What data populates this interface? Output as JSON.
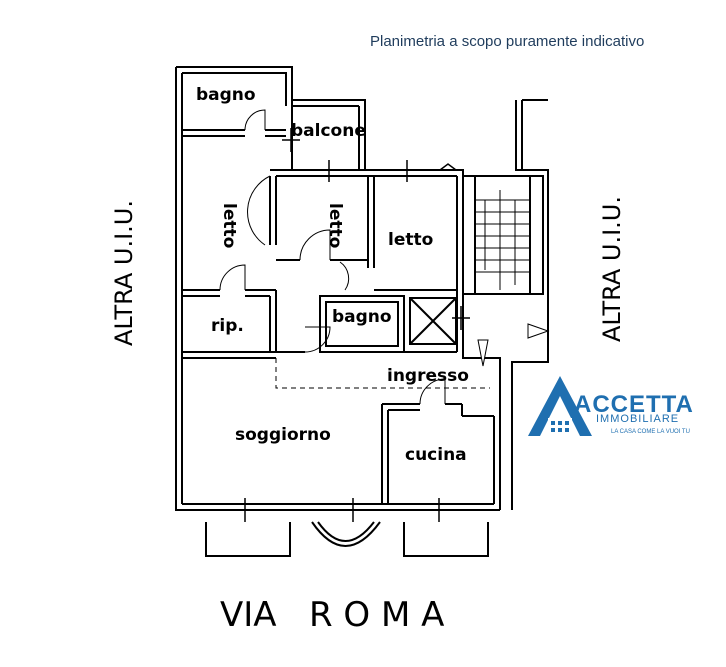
{
  "disclaimer": "Planimetria a scopo puramente indicativo",
  "rooms": {
    "bagno_top": "bagno",
    "balcone": "balcone",
    "letto_left": "letto",
    "letto_mid": "letto",
    "letto_right": "letto",
    "bagno_mid": "bagno",
    "rip": "rip.",
    "ingresso": "ingresso",
    "soggiorno": "soggiorno",
    "cucina": "cucina"
  },
  "side_labels": {
    "left": "ALTRA U.I.U.",
    "right": "ALTRA U.I.U."
  },
  "street": "VIA   R O M A",
  "logo": {
    "name": "ACCETTA",
    "subtitle": "IMMOBILIARE",
    "tagline": "LA CASA COME LA VUOI TU",
    "color": "#1f6fb0"
  }
}
